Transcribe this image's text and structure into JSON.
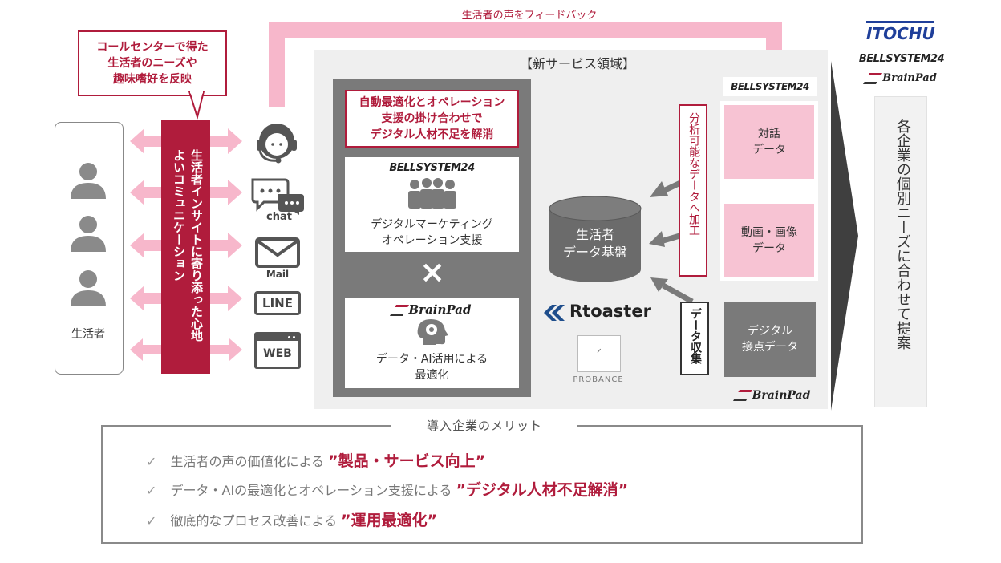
{
  "feedback_label": "生活者の声をフィードバック",
  "callcenter_callout": "コールセンターで得た\n生活者のニーズや\n趣味嗜好を反映",
  "consumer_box": {
    "label": "生活者"
  },
  "insight_bar": "生活者インサイトに寄り添った心地よいコミュニケーション",
  "channels": {
    "chat": "chat",
    "mail": "Mail",
    "line": "LINE",
    "web": "WEB"
  },
  "new_service": {
    "title": "【新サービス領域】",
    "callout": "自動最適化とオペレーション\n支援の掛け合わせで\nデジタル人材不足を解消",
    "bell_logo": "BELLSYSTEM24",
    "digital_marketing": "デジタルマーケティング\nオペレーション支援",
    "cross": "×",
    "brainpad_logo": "BrainPad",
    "data_ai": "データ・AI活用による\n最適化",
    "database": "生活者\nデータ基盤",
    "rtoaster": "Rtoaster",
    "probance": "PROBANCE",
    "analyzable": "分析可能なデータへ加工",
    "collect": "データ収集",
    "dialog_data": "対話\nデータ",
    "video_data": "動画・画像\nデータ",
    "digital_touch": "デジタル\n接点データ",
    "right_bell_logo": "BELLSYSTEM24",
    "bottom_brainpad_logo": "BrainPad"
  },
  "corporate_logos": {
    "itochu": "ITOCHU",
    "bell": "BELLSYSTEM24",
    "brainpad": "BrainPad"
  },
  "proposal": "各企業の個別ニーズに合わせて提案",
  "merits": {
    "title": "導入企業のメリット",
    "check": "✓",
    "items": [
      {
        "prefix": "生活者の声の価値化による",
        "emphasis": "”製品・サービス向上”"
      },
      {
        "prefix": "データ・AIの最適化とオペレーション支援による",
        "emphasis": "”デジタル人材不足解消”"
      },
      {
        "prefix": "徹底的なプロセス改善による",
        "emphasis": "”運用最適化”"
      }
    ]
  },
  "colors": {
    "crimson": "#b01c3c",
    "pink": "#f7b7cb",
    "dark_gray": "#6b6b6b",
    "light_gray": "#efefef"
  }
}
